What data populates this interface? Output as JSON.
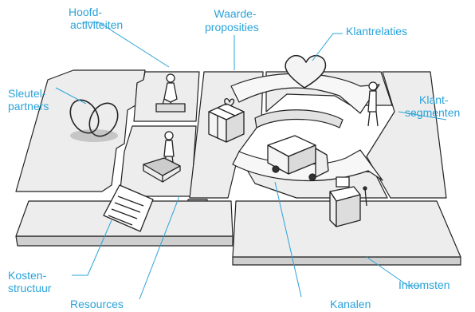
{
  "labels": {
    "hoofd_1": "Hoofd-",
    "hoofd_2": "activiteiten",
    "waarde_1": "Waarde-",
    "waarde_2": "proposities",
    "klantrelaties": "Klantrelaties",
    "sleutel_1": "Sleutel-",
    "sleutel_2": "partners",
    "klant_1": "Klant-",
    "klant_2": "segmenten",
    "kosten_1": "Kosten-",
    "kosten_2": "structuur",
    "inkomsten": "Inkomsten",
    "resources": "Resources",
    "kanalen": "Kanalen"
  },
  "colors": {
    "label": "#2aa3d9",
    "leader": "#2aa3d9",
    "board_top": "#ededed",
    "board_side": "#cfcfcf",
    "ink": "#222222"
  }
}
